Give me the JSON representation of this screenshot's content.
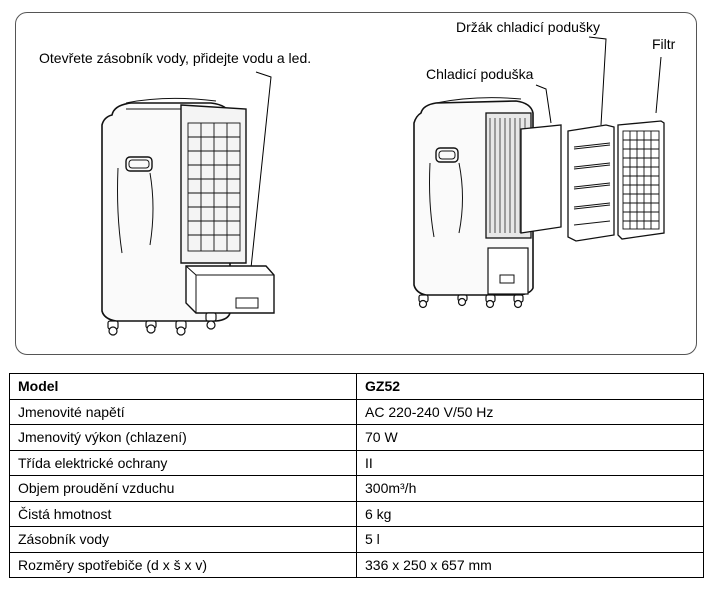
{
  "figure": {
    "left_callout": "Otevřete zásobník vody, přidejte vodu a led.",
    "label_pad": "Chladicí poduška",
    "label_holder": "Držák chladicí podušky",
    "label_filter": "Filtr"
  },
  "specs": {
    "header": {
      "label": "Model",
      "value": "GZ52"
    },
    "rows": [
      {
        "label": "Jmenovité napětí",
        "value": "AC 220-240 V/50 Hz"
      },
      {
        "label": "Jmenovitý výkon (chlazení)",
        "value": "70 W"
      },
      {
        "label": "Třída elektrické ochrany",
        "value": "II"
      },
      {
        "label": "Objem proudění vzduchu",
        "value": "300m³/h"
      },
      {
        "label": "Čistá hmotnost",
        "value": "6 kg"
      },
      {
        "label": "Zásobník vody",
        "value": "5 l"
      },
      {
        "label": "Rozměry spotřebiče (d x š x v)",
        "value": "336 x 250 x 657 mm"
      }
    ]
  }
}
